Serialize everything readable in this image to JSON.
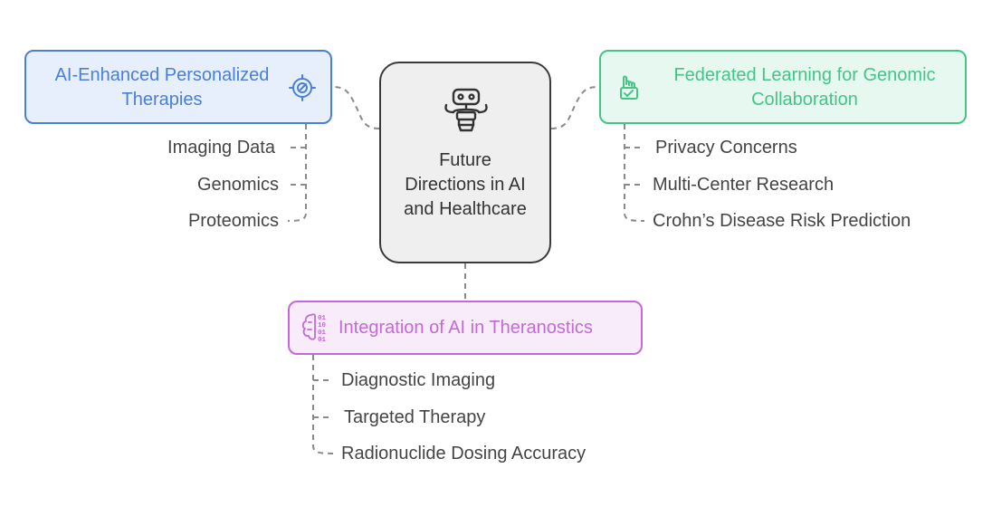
{
  "center": {
    "title": "Future Directions in AI and Healthcare",
    "icon": "robot-icon"
  },
  "branches": {
    "personalized": {
      "title": "AI-Enhanced Personalized Therapies",
      "icon": "target-icon",
      "color": "#4a7fd6",
      "fill": "#e7effc",
      "items": [
        "Imaging Data",
        "Genomics",
        "Proteomics"
      ]
    },
    "federated": {
      "title": "Federated Learning for Genomic Collaboration",
      "icon": "hand-check-icon",
      "color": "#45c487",
      "fill": "#e6f8ef",
      "items": [
        "Privacy Concerns",
        "Multi-Center Research",
        "Crohn’s Disease Risk Prediction"
      ]
    },
    "theranostics": {
      "title": "Integration of AI in Theranostics",
      "icon": "ai-brain-icon",
      "color": "#c46ad6",
      "fill": "#f8ecfb",
      "items": [
        "Diagnostic Imaging",
        "Targeted Therapy",
        "Radionuclide Dosing Accuracy"
      ]
    }
  }
}
